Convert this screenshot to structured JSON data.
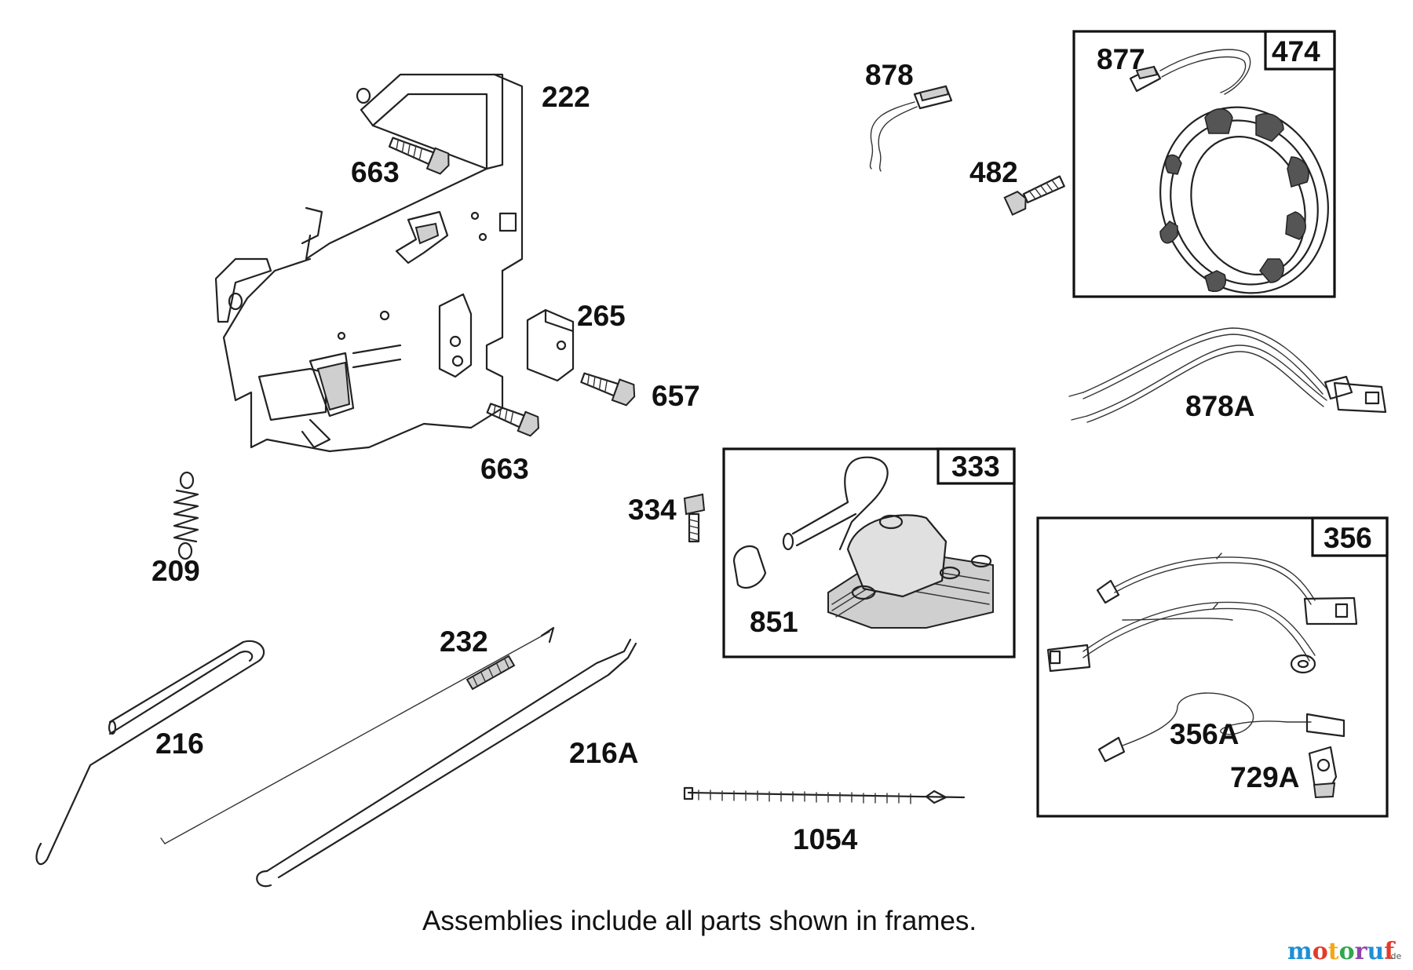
{
  "labels": {
    "p222": "222",
    "p663a": "663",
    "p663b": "663",
    "p265": "265",
    "p657": "657",
    "p209": "209",
    "p232": "232",
    "p216": "216",
    "p216A": "216A",
    "p334": "334",
    "p851": "851",
    "p1054": "1054",
    "p878": "878",
    "p482": "482",
    "p877": "877",
    "p878A": "878A",
    "p356A": "356A",
    "p729A": "729A"
  },
  "assemblies": {
    "a474": "474",
    "a333": "333",
    "a356": "356"
  },
  "caption": "Assemblies include all parts shown in frames.",
  "watermark": {
    "brand": "motoruf",
    "suffix": ".de",
    "colors": [
      "#1f8fd6",
      "#e23b2b",
      "#f2a71b",
      "#2fa84f",
      "#8e44ad",
      "#1f8fd6",
      "#e23b2b"
    ]
  }
}
